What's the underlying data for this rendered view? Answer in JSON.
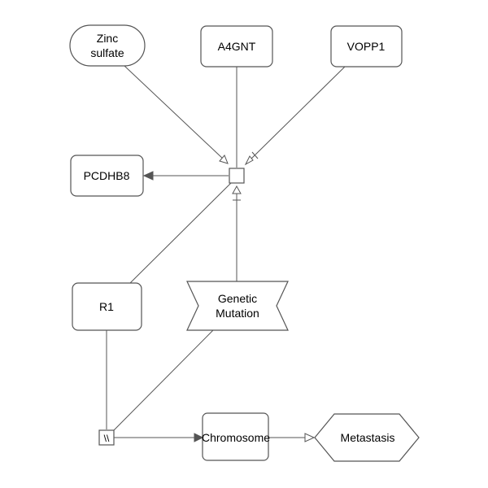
{
  "nodes": {
    "zinc_sulfate": {
      "line1": "Zinc",
      "line2": "sulfate"
    },
    "a4gnt": {
      "label": "A4GNT"
    },
    "vopp1": {
      "label": "VOPP1"
    },
    "pcdhb8": {
      "label": "PCDHB8"
    },
    "r1": {
      "label": "R1"
    },
    "genetic_mutation": {
      "line1": "Genetic",
      "line2": "Mutation"
    },
    "chromosome": {
      "label": "Chromosome"
    },
    "metastasis": {
      "label": "Metastasis"
    },
    "dissociation_process": {
      "label": "\\\\"
    }
  },
  "edges": [
    {
      "from": "zinc_sulfate",
      "to": "process",
      "type": "stimulation"
    },
    {
      "from": "a4gnt",
      "to": "process",
      "type": "association"
    },
    {
      "from": "vopp1",
      "to": "process",
      "type": "necessary-stimulation"
    },
    {
      "from": "process",
      "to": "pcdhb8",
      "type": "production"
    },
    {
      "from": "r1",
      "to": "process",
      "type": "association"
    },
    {
      "from": "genetic_mutation",
      "to": "process",
      "type": "necessary-stimulation"
    },
    {
      "from": "r1",
      "to": "dissociation_process",
      "type": "association"
    },
    {
      "from": "genetic_mutation",
      "to": "dissociation_process",
      "type": "association"
    },
    {
      "from": "dissociation_process",
      "to": "chromosome",
      "type": "production"
    },
    {
      "from": "chromosome",
      "to": "metastasis",
      "type": "stimulation"
    }
  ],
  "colors": {
    "stroke": "#555555",
    "fill": "#ffffff",
    "text": "#000000"
  }
}
